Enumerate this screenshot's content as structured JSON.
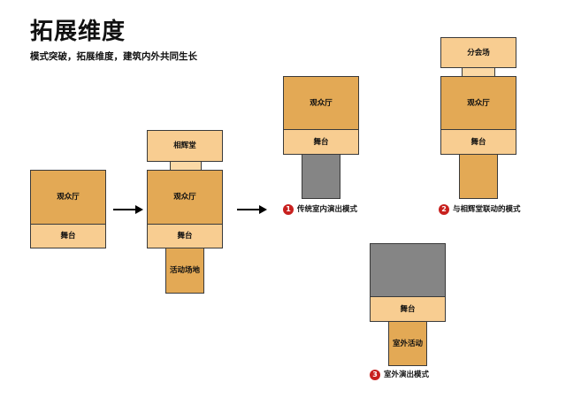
{
  "header": {
    "title": "拓展维度",
    "subtitle": "模式突破，拓展维度，建筑内外共同生长"
  },
  "labels": {
    "auditorium": "观众厅",
    "stage": "舞台",
    "adjacent_hall": "相辉堂",
    "activity_venue": "活动场地",
    "branch_venue": "分会场",
    "outdoor_activity": "室外活动"
  },
  "captions": [
    {
      "number": "1",
      "text": "传统室内演出模式"
    },
    {
      "number": "2",
      "text": "与相辉堂联动的模式"
    },
    {
      "number": "3",
      "text": "室外演出模式"
    }
  ],
  "colors": {
    "auditorium_fill": "#e3a955",
    "stage_fill": "#f8cd91",
    "connector_fill": "#fbd9a6",
    "gray_fill": "#858585",
    "badge_red": "#c8201e"
  }
}
